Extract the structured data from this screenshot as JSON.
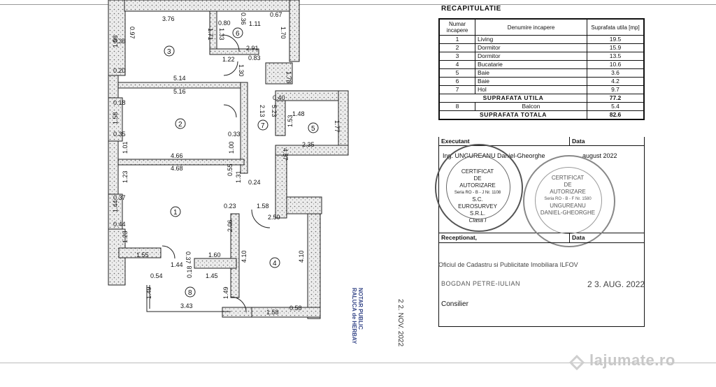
{
  "recap": {
    "title": "RECAPITULATIE",
    "headers": {
      "num": "Numar incapere",
      "name": "Denumire incapere",
      "area": "Suprafata utila [mp]"
    },
    "rows": [
      {
        "num": "1",
        "name": "Living",
        "area": "19.5"
      },
      {
        "num": "2",
        "name": "Dormitor",
        "area": "15.9"
      },
      {
        "num": "3",
        "name": "Dormitor",
        "area": "13.5"
      },
      {
        "num": "4",
        "name": "Bucatarie",
        "area": "10.6"
      },
      {
        "num": "5",
        "name": "Baie",
        "area": "3.6"
      },
      {
        "num": "6",
        "name": "Baie",
        "area": "4.2"
      },
      {
        "num": "7",
        "name": "Hol",
        "area": "9.7"
      }
    ],
    "useful_label": "SUPRAFATA UTILA",
    "useful_value": "77.2",
    "balcony_num": "8",
    "balcony_name": "Balcon",
    "balcony_area": "5.4",
    "total_label": "SUPRAFATA TOTALA",
    "total_value": "82.6"
  },
  "executant": {
    "label": "Executant",
    "date_label": "Data",
    "engineer": "Ing. UNGUREANU Daniel-Gheorghe",
    "date": "august 2022"
  },
  "stamp_left": {
    "l1": "CERTIFICAT",
    "l2": "DE",
    "l3": "AUTORIZARE",
    "l4": "Seria RO - B - J Nr. 1108",
    "l5": "S.C.",
    "l6": "EUROSURVEY",
    "l7": "S.R.L.",
    "l8": "Clasa I"
  },
  "stamp_right": {
    "l1": "CERTIFICAT",
    "l2": "DE",
    "l3": "AUTORIZARE",
    "l4": "Seria RO - B - F Nr. 1580",
    "l5": "UNGUREANU",
    "l6": "DANIEL-GHEORGHE"
  },
  "receptionat": {
    "label": "Receptionat,",
    "date_label": "Data",
    "office": "Oficiul de Cadastru si Publicitate Imobiliara ILFOV",
    "name": "BOGDAN PETRE-IULIAN",
    "role": "Consilier",
    "date": "2 3. AUG. 2022"
  },
  "notary": {
    "line1": "NOTAR PUBLIC",
    "line2": "RALUCA de HERBAY",
    "date": "2 2. NOV. 2022"
  },
  "plan": {
    "rooms": [
      "1",
      "2",
      "3",
      "4",
      "5",
      "6",
      "7",
      "8"
    ],
    "dims": [
      "3.76",
      "0.97",
      "1.71",
      "0.80",
      "0.36",
      "1.11",
      "0.67",
      "1.33",
      "1.70",
      "0.36",
      "1.58",
      "2.91",
      "1.22",
      "0.83",
      "1.30",
      "0.20",
      "5.14",
      "5.16",
      "1.78",
      "0.40",
      "0.18",
      "2.13",
      "5.23",
      "1.48",
      "1.58",
      "1.53",
      "1.77",
      "0.35",
      "0.33",
      "2.35",
      "1.01",
      "1.00",
      "4.66",
      "4.68",
      "4.57",
      "0.55",
      "1.23",
      "1.31",
      "0.24",
      "0.37",
      "1.44",
      "0.23",
      "1.58",
      "2.50",
      "0.44",
      "2.06",
      "1.23",
      "1.55",
      "1.44",
      "1.60",
      "4.10",
      "4.10",
      "0.54",
      "0.37",
      "0.18",
      "1.45",
      "1.49",
      "1.49",
      "3.43",
      "1.58",
      "0.58"
    ]
  },
  "watermark": {
    "text": "lajumate.ro"
  }
}
